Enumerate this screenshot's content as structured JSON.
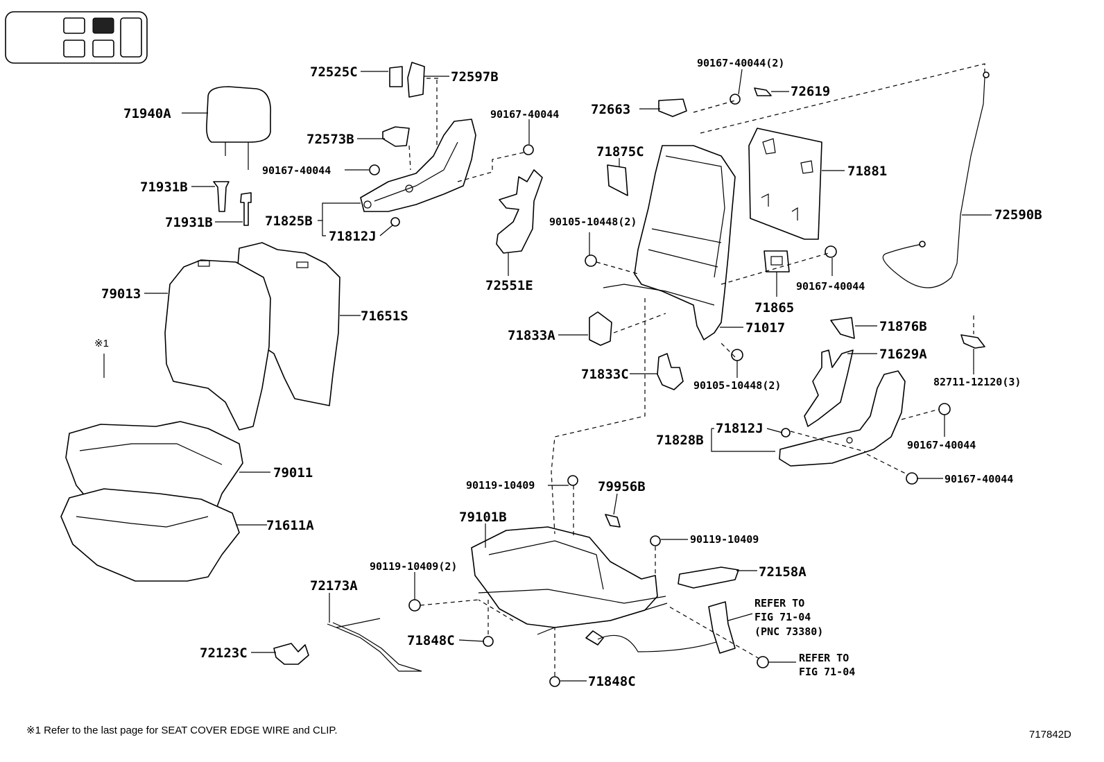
{
  "parts": {
    "p71940A": "71940A",
    "p71931B_top": "71931B",
    "p71931B_bot": "71931B",
    "p72525C": "72525C",
    "p72597B": "72597B",
    "p72573B": "72573B",
    "p90167_40044_a": "90167-40044",
    "p90167_40044_b": "90167-40044",
    "p71825B": "71825B",
    "p71812J_top": "71812J",
    "p79013": "79013",
    "p71651S": "71651S",
    "p79011": "79011",
    "p71611A": "71611A",
    "p72551E": "72551E",
    "p71875C": "71875C",
    "p90105_10448_2_top": "90105-10448(2)",
    "p90167_40044_2": "90167-40044(2)",
    "p72663": "72663",
    "p72619": "72619",
    "p71881": "71881",
    "p72590B": "72590B",
    "p90167_40044_c": "90167-40044",
    "p71865": "71865",
    "p71017": "71017",
    "p71833A": "71833A",
    "p71833C": "71833C",
    "p90105_10448_2_bot": "90105-10448(2)",
    "p71876B": "71876B",
    "p71629A": "71629A",
    "p82711_12120_3": "82711-12120(3)",
    "p71812J_bot": "71812J",
    "p71828B": "71828B",
    "p90167_40044_d": "90167-40044",
    "p90167_40044_e": "90167-40044",
    "p90119_10409_a": "90119-10409",
    "p79956B": "79956B",
    "p79101B": "79101B",
    "p90119_10409_b": "90119-10409",
    "p90119_10409_2": "90119-10409(2)",
    "p72158A": "72158A",
    "p72173A": "72173A",
    "p71848C_a": "71848C",
    "p72123C": "72123C",
    "p71848C_b": "71848C"
  },
  "refers": {
    "ref1_line1": "REFER TO",
    "ref1_line2": "FIG 71-04",
    "ref1_line3": "(PNC 73380)",
    "ref2_line1": "REFER TO",
    "ref2_line2": "FIG 71-04"
  },
  "note_marker": "※1",
  "footnote": "※1  Refer to the last page for SEAT COVER EDGE WIRE and CLIP.",
  "figure_code": "717842D"
}
